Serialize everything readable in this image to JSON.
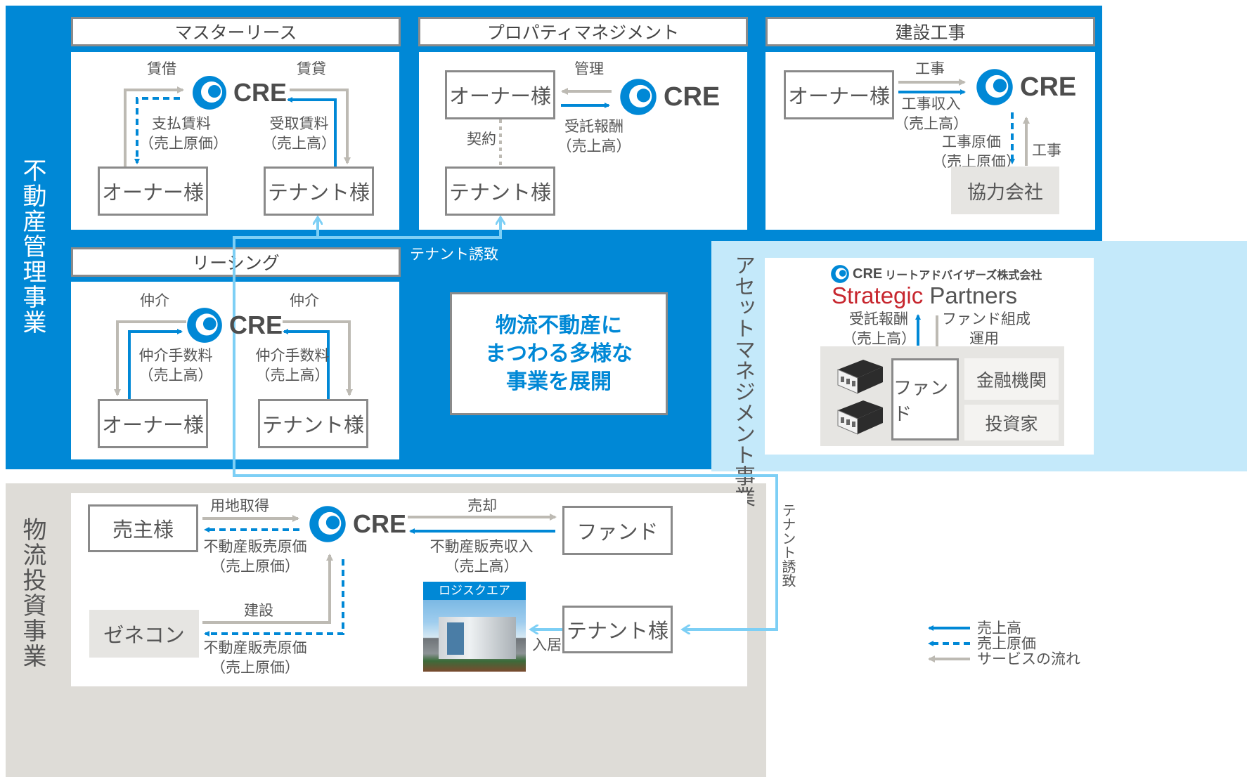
{
  "sections": {
    "real_estate_management": "不動産管理事業",
    "asset_management": "アセットマネジメント事業",
    "logistics_investment": "物流投資事業"
  },
  "cre_logo": "CRE",
  "master_lease": {
    "title": "マスターリース",
    "owner": "オーナー様",
    "tenant": "テナント様",
    "rent_paid": "賃借",
    "rent_received": "賃貸",
    "payment": "支払賃料\n（売上原価）",
    "receipt": "受取賃料\n（売上高）"
  },
  "property_management": {
    "title": "プロパティマネジメント",
    "owner": "オーナー様",
    "tenant": "テナント様",
    "manage": "管理",
    "contract": "契約",
    "fee": "受託報酬\n（売上高）"
  },
  "construction": {
    "title": "建設工事",
    "owner": "オーナー様",
    "partner": "協力会社",
    "work_top": "工事",
    "revenue": "工事収入\n（売上高）",
    "cost": "工事原価\n（売上原価）",
    "work_side": "工事"
  },
  "leasing": {
    "title": "リーシング",
    "owner": "オーナー様",
    "tenant": "テナント様",
    "broker_left": "仲介",
    "broker_right": "仲介",
    "fee_left": "仲介手数料\n（売上高）",
    "fee_right": "仲介手数料\n（売上高）"
  },
  "tenant_attraction": "テナント誘致",
  "center_message": "物流不動産に\nまつわる多様な\n事業を展開",
  "asset": {
    "company": "リートアドバイザーズ株式会社",
    "brand_red": "Strategic",
    "brand_gray": "Partners",
    "fee": "受託報酬\n（売上高）",
    "fund_ops": "ファンド組成\n運用",
    "fund": "ファンド",
    "finance": "金融機関",
    "investor": "投資家"
  },
  "logistics": {
    "seller": "売主様",
    "fund": "ファンド",
    "general_contractor": "ゼネコン",
    "tenant": "テナント様",
    "land_acquisition": "用地取得",
    "sale": "売却",
    "sale_cost_top": "不動産販売原価\n（売上原価）",
    "sale_revenue": "不動産販売収入\n（売上高）",
    "build": "建設",
    "sale_cost_bottom": "不動産販売原価\n（売上原価）",
    "move_in": "入居",
    "logisquare": "ロジスクエア"
  },
  "tenant_attraction_vertical": "テナント誘致",
  "legend": {
    "revenue": "売上高",
    "cost": "売上原価",
    "service_flow": "サービスの流れ"
  },
  "colors": {
    "blue": "#0088d6",
    "light_blue": "#7dcff5",
    "light_blue_bg": "#c4e9fa",
    "gray_line": "#bdbab3",
    "gray_bg": "#dedcd7"
  }
}
